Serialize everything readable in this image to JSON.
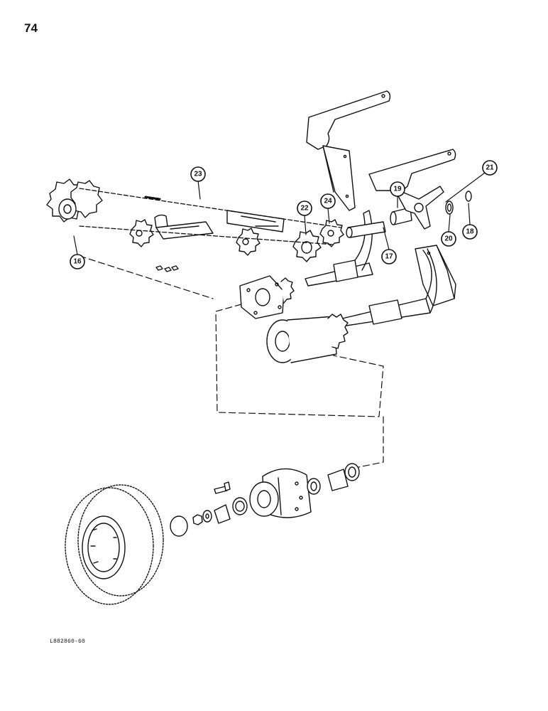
{
  "page": {
    "number": "74",
    "figure_code": "L882860-60"
  },
  "callouts": [
    {
      "id": "callout-16",
      "label": "16"
    },
    {
      "id": "callout-17",
      "label": "17"
    },
    {
      "id": "callout-18",
      "label": "18"
    },
    {
      "id": "callout-19",
      "label": "19"
    },
    {
      "id": "callout-20",
      "label": "20"
    },
    {
      "id": "callout-21",
      "label": "21"
    },
    {
      "id": "callout-22",
      "label": "22"
    },
    {
      "id": "callout-23",
      "label": "23"
    },
    {
      "id": "callout-24",
      "label": "24"
    }
  ]
}
